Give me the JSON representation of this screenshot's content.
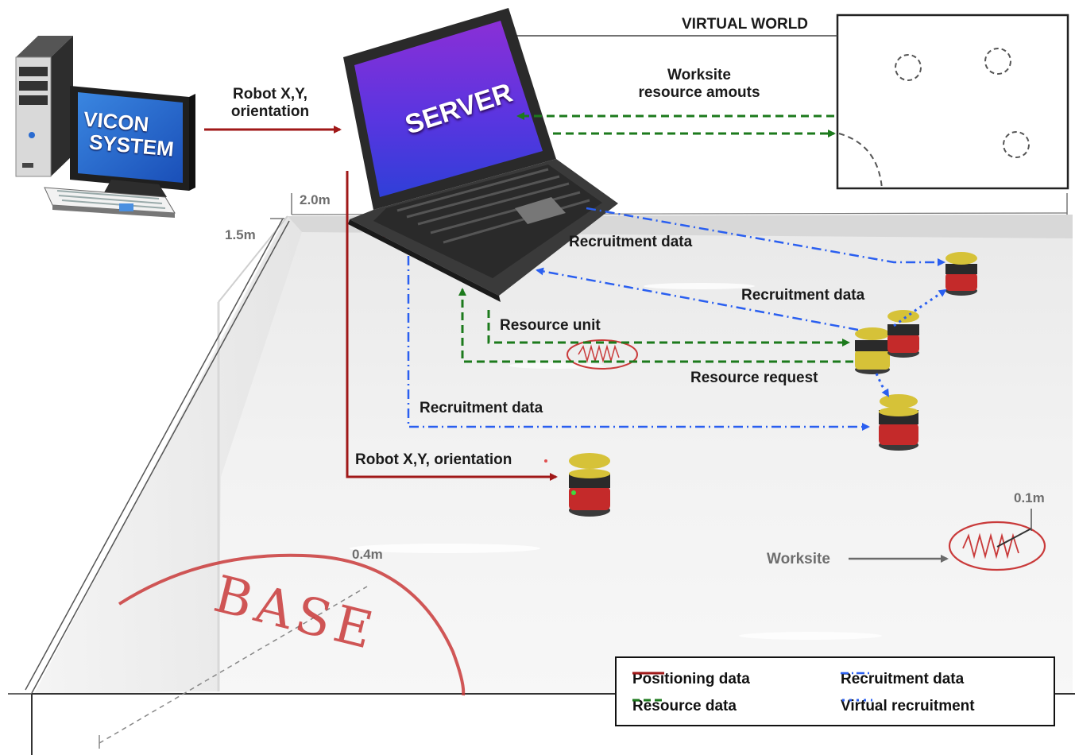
{
  "labels": {
    "virtual_world": "VIRTUAL WORLD",
    "vicon_line1": "VICON",
    "vicon_line2": "SYSTEM",
    "server": "SERVER",
    "robot_xy_top_line1": "Robot X,Y,",
    "robot_xy_top_line2": "orientation",
    "worksite_amounts_line1": "Worksite",
    "worksite_amounts_line2": "resource amouts",
    "recruitment_data_1": "Recruitment data",
    "recruitment_data_2": "Recruitment data",
    "recruitment_data_3": "Recruitment data",
    "resource_unit": "Resource unit",
    "resource_request": "Resource request",
    "robot_xy_bottom": "Robot X,Y, orientation",
    "worksite": "Worksite",
    "base": "BASE"
  },
  "dimensions": {
    "width": "2.0m",
    "depth": "1.5m",
    "base_radius": "0.4m",
    "worksite_radius": "0.1m"
  },
  "legend": {
    "items": [
      {
        "label": "Positioning data",
        "style": "solid",
        "color": "#a01818"
      },
      {
        "label": "Resource data",
        "style": "dashed",
        "color": "#1c7a1c"
      },
      {
        "label": "Recruitment data",
        "style": "dash-dot",
        "color": "#2a5ff0"
      },
      {
        "label": "Virtual recruitment",
        "style": "dotted",
        "color": "#2a5ff0"
      }
    ]
  },
  "colors": {
    "positioning": "#a01818",
    "resource": "#1c7a1c",
    "recruitment": "#2a5ff0",
    "marker": "#c93a3a"
  }
}
